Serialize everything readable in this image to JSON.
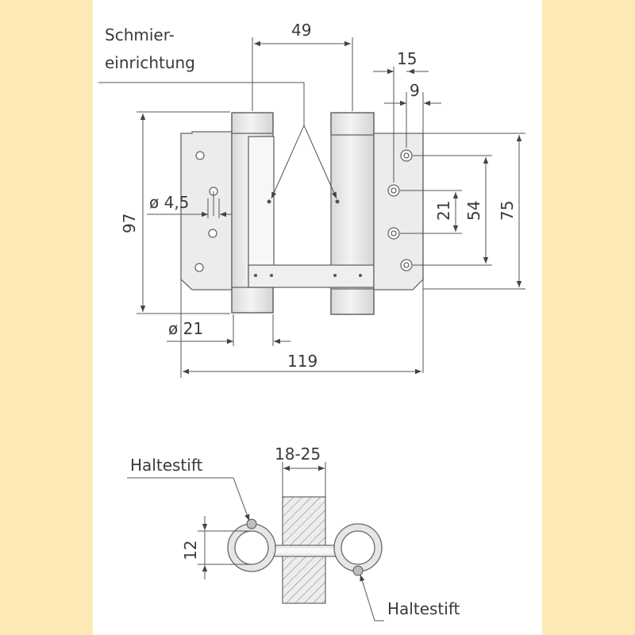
{
  "top_view": {
    "callout_label_line1": "Schmier-",
    "callout_label_line2": "einrichtung",
    "dim_49": "49",
    "dim_15": "15",
    "dim_9": "9",
    "dim_diameter_4_5": "ø 4,5",
    "dim_97": "97",
    "dim_21": "21",
    "dim_54": "54",
    "dim_75": "75",
    "dim_diameter_21": "ø 21",
    "dim_119": "119"
  },
  "section_view": {
    "dim_18_25": "18-25",
    "dim_12": "12",
    "label_pin_upper": "Haltestift",
    "label_pin_lower": "Haltestift"
  },
  "colors": {
    "page_background": "#fde9b4",
    "sheet": "#ffffff",
    "part_fill": "#e9e9e9",
    "line": "#555555"
  }
}
